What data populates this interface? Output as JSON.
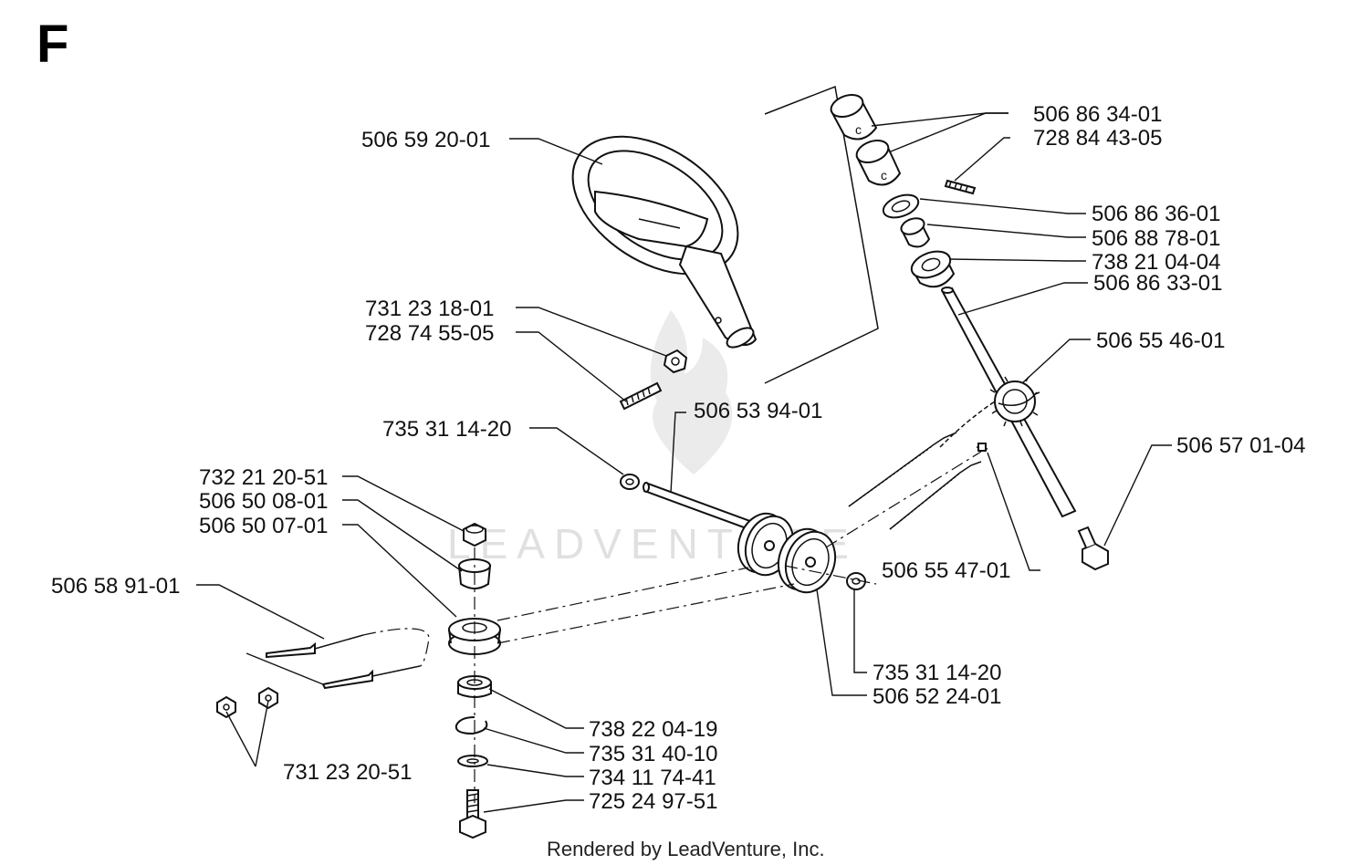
{
  "section_letter": "F",
  "watermark": "LEADVENTURE",
  "footer": "Rendered by LeadVenture, Inc.",
  "labels": {
    "l1": "506 59 20-01",
    "l2": "731 23 18-01",
    "l3": "728 74 55-05",
    "l4": "735 31 14-20",
    "l5": "506 53 94-01",
    "l6": "732 21 20-51",
    "l7": "506 50 08-01",
    "l8": "506 50 07-01",
    "l9": "506 58 91-01",
    "l10": "731 23 20-51",
    "l11": "738 22 04-19",
    "l12": "735 31 40-10",
    "l13": "734 11 74-41",
    "l14": "725 24 97-51",
    "l15": "506 86 34-01",
    "l16": "728 84 43-05",
    "l17": "506 86 36-01",
    "l18": "506 88 78-01",
    "l19": "738 21 04-04",
    "l20": "506 86 33-01",
    "l21": "506 55 46-01",
    "l22": "506 57 01-04",
    "l23": "506 55 47-01",
    "l24": "735 31 14-20",
    "l25": "506 52 24-01"
  }
}
